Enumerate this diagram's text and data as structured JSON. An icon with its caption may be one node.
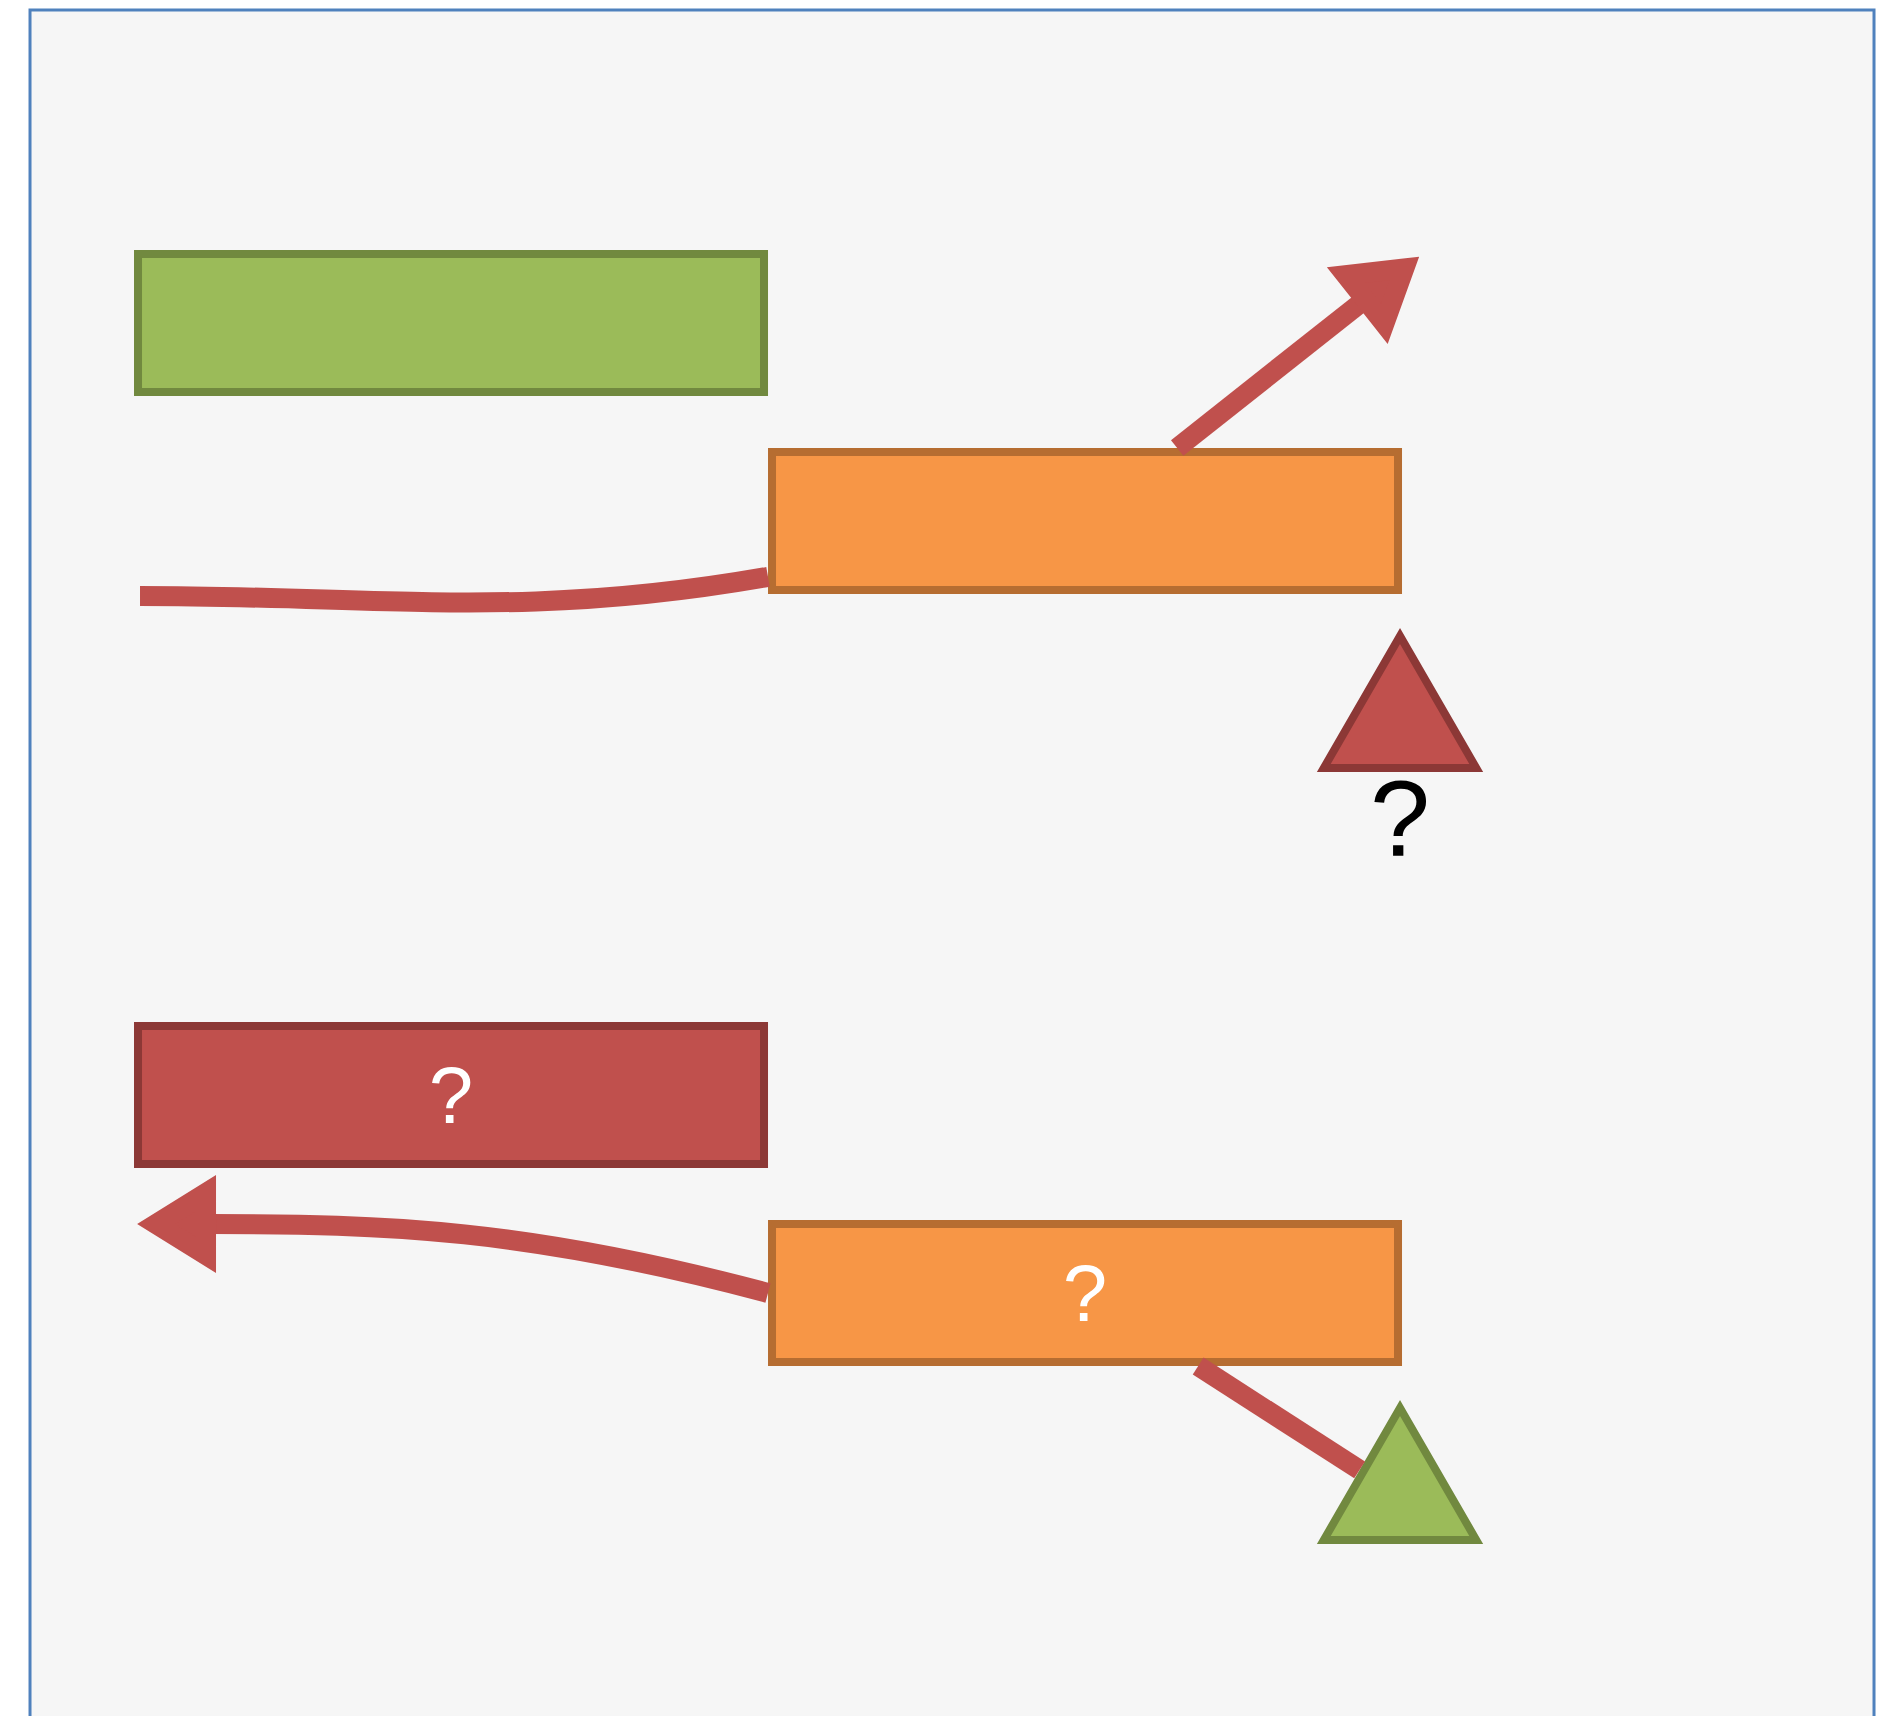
{
  "diagram": {
    "nodes": [
      {
        "text": [],
        "shape": "box"
      },
      {
        "text": [],
        "shape": "box"
      },
      {
        "text": [],
        "shape": "triangle",
        "beside": [
          "?"
        ]
      },
      {
        "text": [
          "?"
        ]
      },
      {
        "text": [
          "?"
        ]
      },
      {
        "text": [],
        "shape": "triangle"
      }
    ],
    "edges": [
      {
        "from": null,
        "to": 1,
        "arrow": "none"
      },
      {
        "from": 1,
        "to": null,
        "arrow": "to"
      },
      {
        "from": 5,
        "to": 4,
        "arrow": "none"
      },
      {
        "from": 4,
        "to": null,
        "arrow": "to"
      }
    ]
  }
}
